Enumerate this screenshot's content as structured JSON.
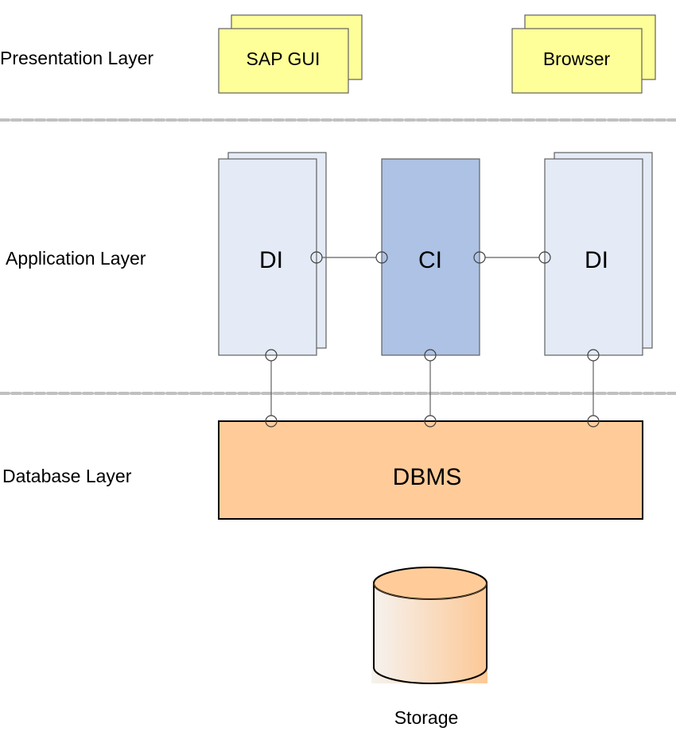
{
  "layers": [
    {
      "id": "presentation",
      "label": "Presentation Layer"
    },
    {
      "id": "application",
      "label": "Application Layer"
    },
    {
      "id": "database",
      "label": "Database Layer"
    }
  ],
  "presentation": {
    "clients": [
      {
        "label": "SAP GUI",
        "stacked": true
      },
      {
        "label": "Browser",
        "stacked": true
      }
    ]
  },
  "application": {
    "instances": [
      {
        "label": "DI",
        "type": "dialog-instance",
        "stacked": true
      },
      {
        "label": "CI",
        "type": "central-instance",
        "stacked": false
      },
      {
        "label": "DI",
        "type": "dialog-instance",
        "stacked": true
      }
    ]
  },
  "database": {
    "dbms_label": "DBMS"
  },
  "storage": {
    "label": "Storage"
  },
  "colors": {
    "client_fill": "#FFFF99",
    "di_fill": "#E4EBF6",
    "ci_fill": "#ADC2E4",
    "dbms_fill": "#FFCC99",
    "storage_top": "#FFCC99",
    "separator": "#C0C0C0",
    "connector": "#606060"
  }
}
